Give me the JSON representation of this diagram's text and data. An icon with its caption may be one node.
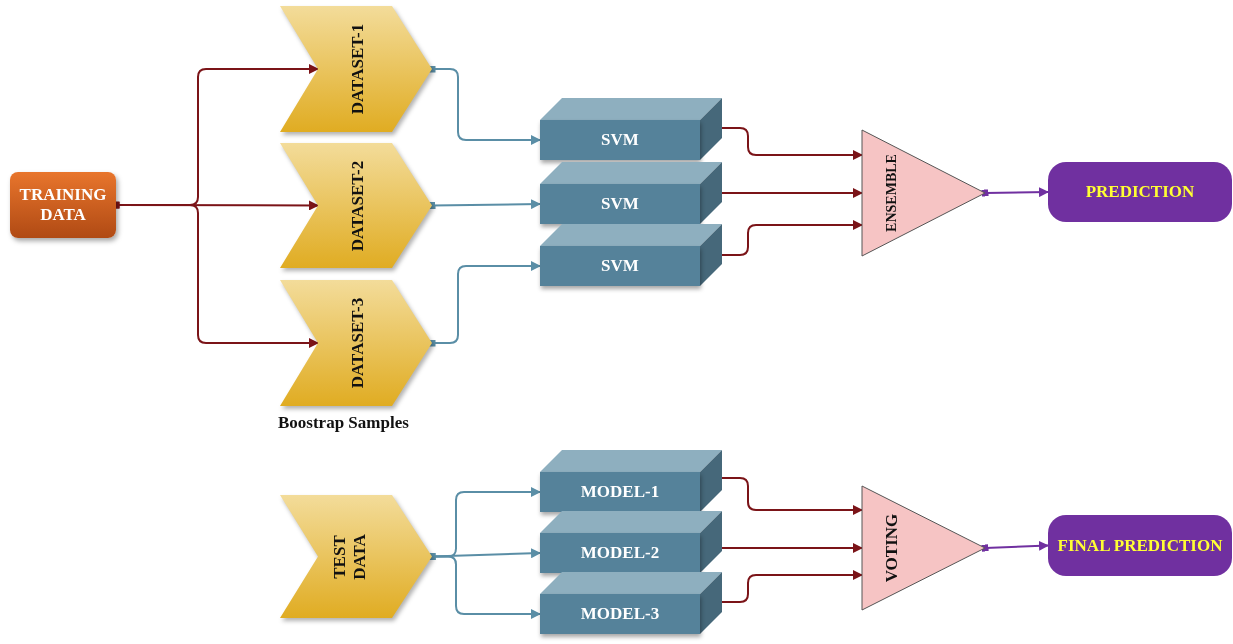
{
  "diagram": {
    "nodes": [
      {
        "text": [
          "TRAINING DATA"
        ]
      },
      {
        "text": [
          "DATASET-1"
        ]
      },
      {
        "text": [
          "DATASET-2"
        ]
      },
      {
        "text": [
          "DATASET-3"
        ]
      },
      {
        "text": [
          "SVM"
        ]
      },
      {
        "text": [
          "SVM"
        ]
      },
      {
        "text": [
          "SVM"
        ]
      },
      {
        "text": [
          "ENSEMBLE"
        ]
      },
      {
        "text": [
          "PREDICTION"
        ]
      },
      {
        "text": [
          "TEST DATA"
        ]
      },
      {
        "text": [
          "MODEL-1"
        ]
      },
      {
        "text": [
          "MODEL-2"
        ]
      },
      {
        "text": [
          "MODEL-3"
        ]
      },
      {
        "text": [
          "VOTING"
        ]
      },
      {
        "text": [
          "FINAL PREDICTION"
        ]
      }
    ],
    "edges": [
      {
        "from": 0,
        "to": 1,
        "arrow": "to"
      },
      {
        "from": 0,
        "to": 2,
        "arrow": "to"
      },
      {
        "from": 0,
        "to": 3,
        "arrow": "to"
      },
      {
        "from": 1,
        "to": 4,
        "arrow": "to",
        "color": "#5a8ea6"
      },
      {
        "from": 2,
        "to": 5,
        "arrow": "to",
        "color": "#5a8ea6"
      },
      {
        "from": 3,
        "to": 6,
        "arrow": "to",
        "color": "#5a8ea6"
      },
      {
        "from": 4,
        "to": 7,
        "arrow": "to"
      },
      {
        "from": 5,
        "to": 7,
        "arrow": "to"
      },
      {
        "from": 6,
        "to": 7,
        "arrow": "to"
      },
      {
        "from": 7,
        "to": 8,
        "arrow": "to",
        "color": "#7030a0"
      },
      {
        "from": 9,
        "to": 10,
        "arrow": "to",
        "color": "#5a8ea6"
      },
      {
        "from": 9,
        "to": 11,
        "arrow": "to",
        "color": "#5a8ea6"
      },
      {
        "from": 9,
        "to": 12,
        "arrow": "to",
        "color": "#5a8ea6"
      },
      {
        "from": 10,
        "to": 13,
        "arrow": "to"
      },
      {
        "from": 11,
        "to": 13,
        "arrow": "to"
      },
      {
        "from": 12,
        "to": 13,
        "arrow": "to"
      },
      {
        "from": 13,
        "to": 14,
        "arrow": "to",
        "color": "#7030a0"
      }
    ],
    "labels": [
      "Boostrap Samples"
    ]
  }
}
